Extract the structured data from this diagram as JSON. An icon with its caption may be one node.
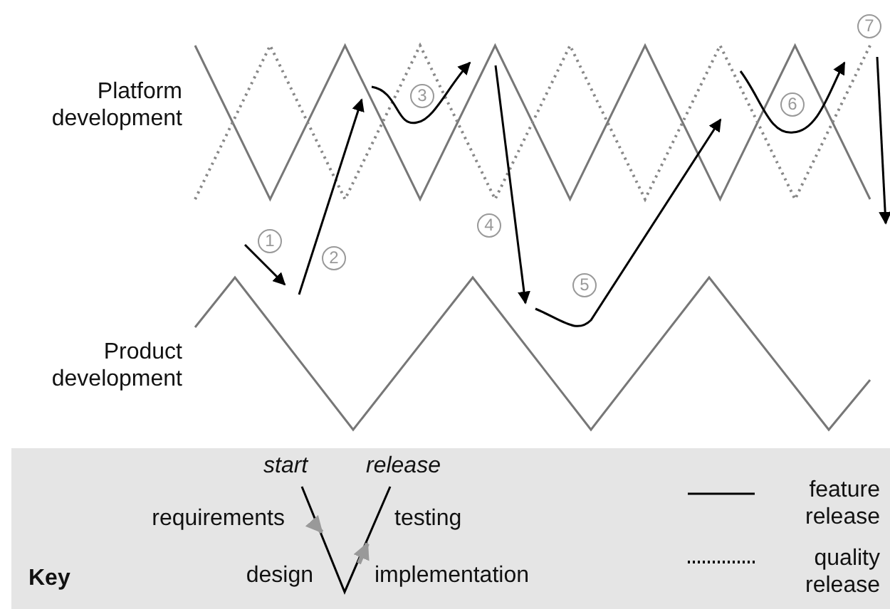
{
  "diagram": {
    "labels": [
      "Platform development",
      "Product development",
      "1",
      "2",
      "3",
      "4",
      "5",
      "6",
      "7",
      "Key",
      "start",
      "release",
      "requirements",
      "testing",
      "design",
      "implementation"
    ],
    "legend": [
      {
        "text": "feature release"
      },
      {
        "text": "quality release"
      }
    ]
  }
}
